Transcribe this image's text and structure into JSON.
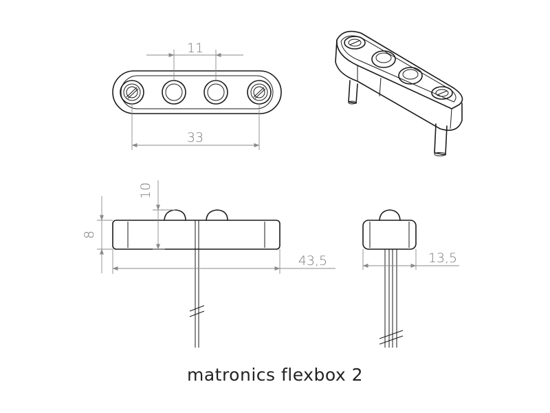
{
  "caption": "matronics flexbox 2",
  "dimensions": {
    "top_hole_spacing": "11",
    "top_width": "33",
    "side_height_total": "10",
    "side_height_body": "8",
    "side_length": "43,5",
    "end_width": "13,5"
  },
  "colors": {
    "line": "#1a1a1a",
    "dimension": "#8a8a8a",
    "background": "#ffffff"
  }
}
